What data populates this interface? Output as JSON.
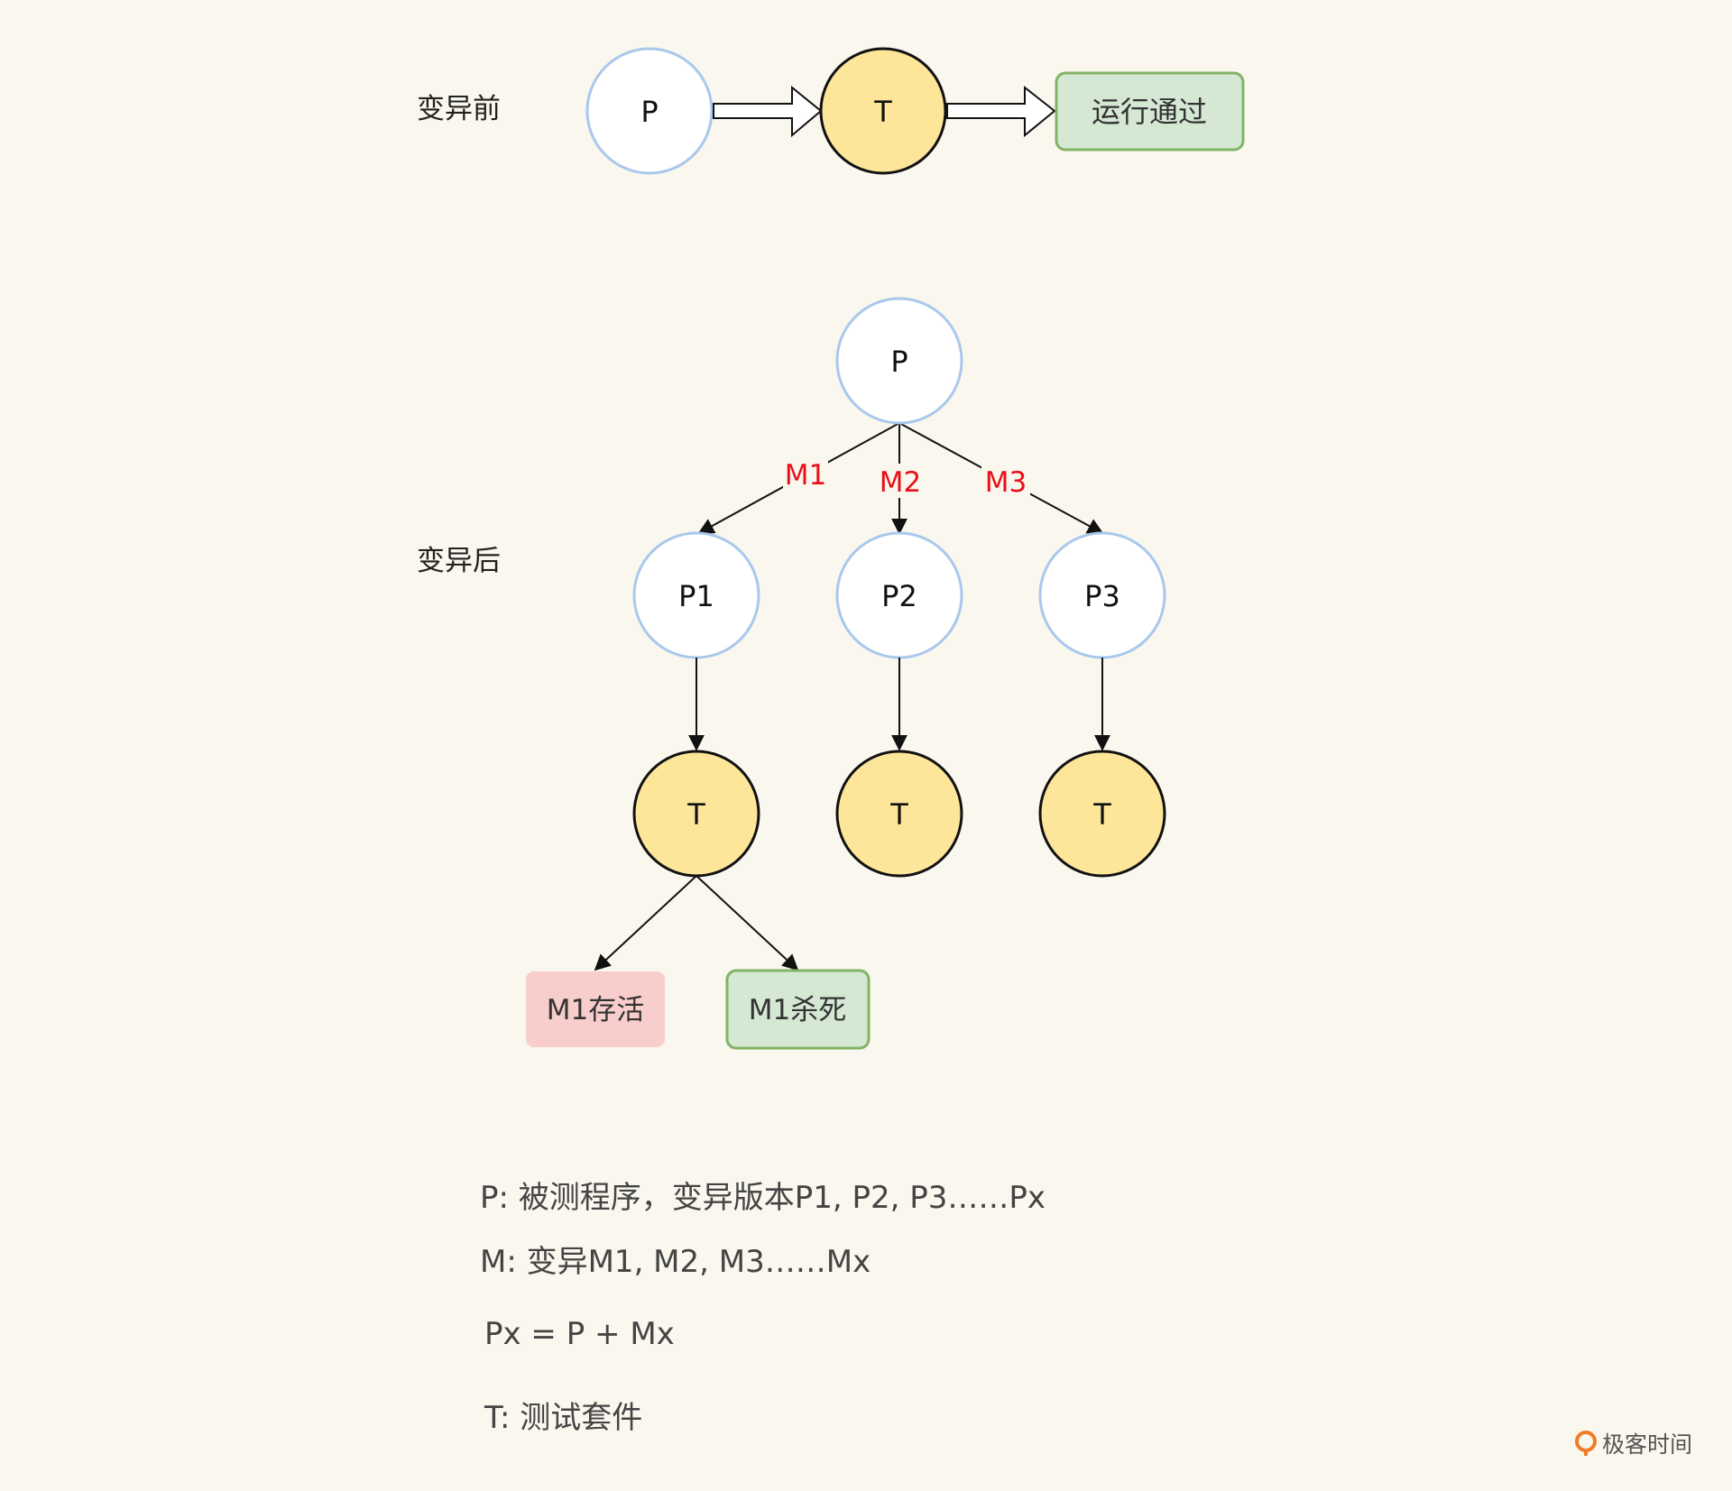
{
  "labels": {
    "before": "变异前",
    "after": "变异后"
  },
  "before": {
    "program": "P",
    "test": "T",
    "result": "运行通过"
  },
  "after": {
    "program": "P",
    "mutations": [
      "M1",
      "M2",
      "M3"
    ],
    "mutants": [
      "P1",
      "P2",
      "P3"
    ],
    "tests": [
      "T",
      "T",
      "T"
    ],
    "outcomes": [
      "M1存活",
      "M1杀死"
    ]
  },
  "legend": {
    "p": "P:  被测程序，变异版本P1, P2, P3……Px",
    "m": "M:  变异M1, M2, M3……Mx",
    "px": "Px = P + Mx",
    "t": "T: 测试套件"
  },
  "watermark": "极客时间",
  "colors": {
    "background": "#faf7ee",
    "program_fill": "#ffffff",
    "program_stroke": "#a9c8ec",
    "test_fill": "#fde699",
    "test_stroke": "#111111",
    "pass_fill": "#d5e8d4",
    "pass_stroke": "#82b366",
    "survive_fill": "#f8cecc",
    "mutation_label": "#e8101a",
    "logo": "#f07c28"
  }
}
